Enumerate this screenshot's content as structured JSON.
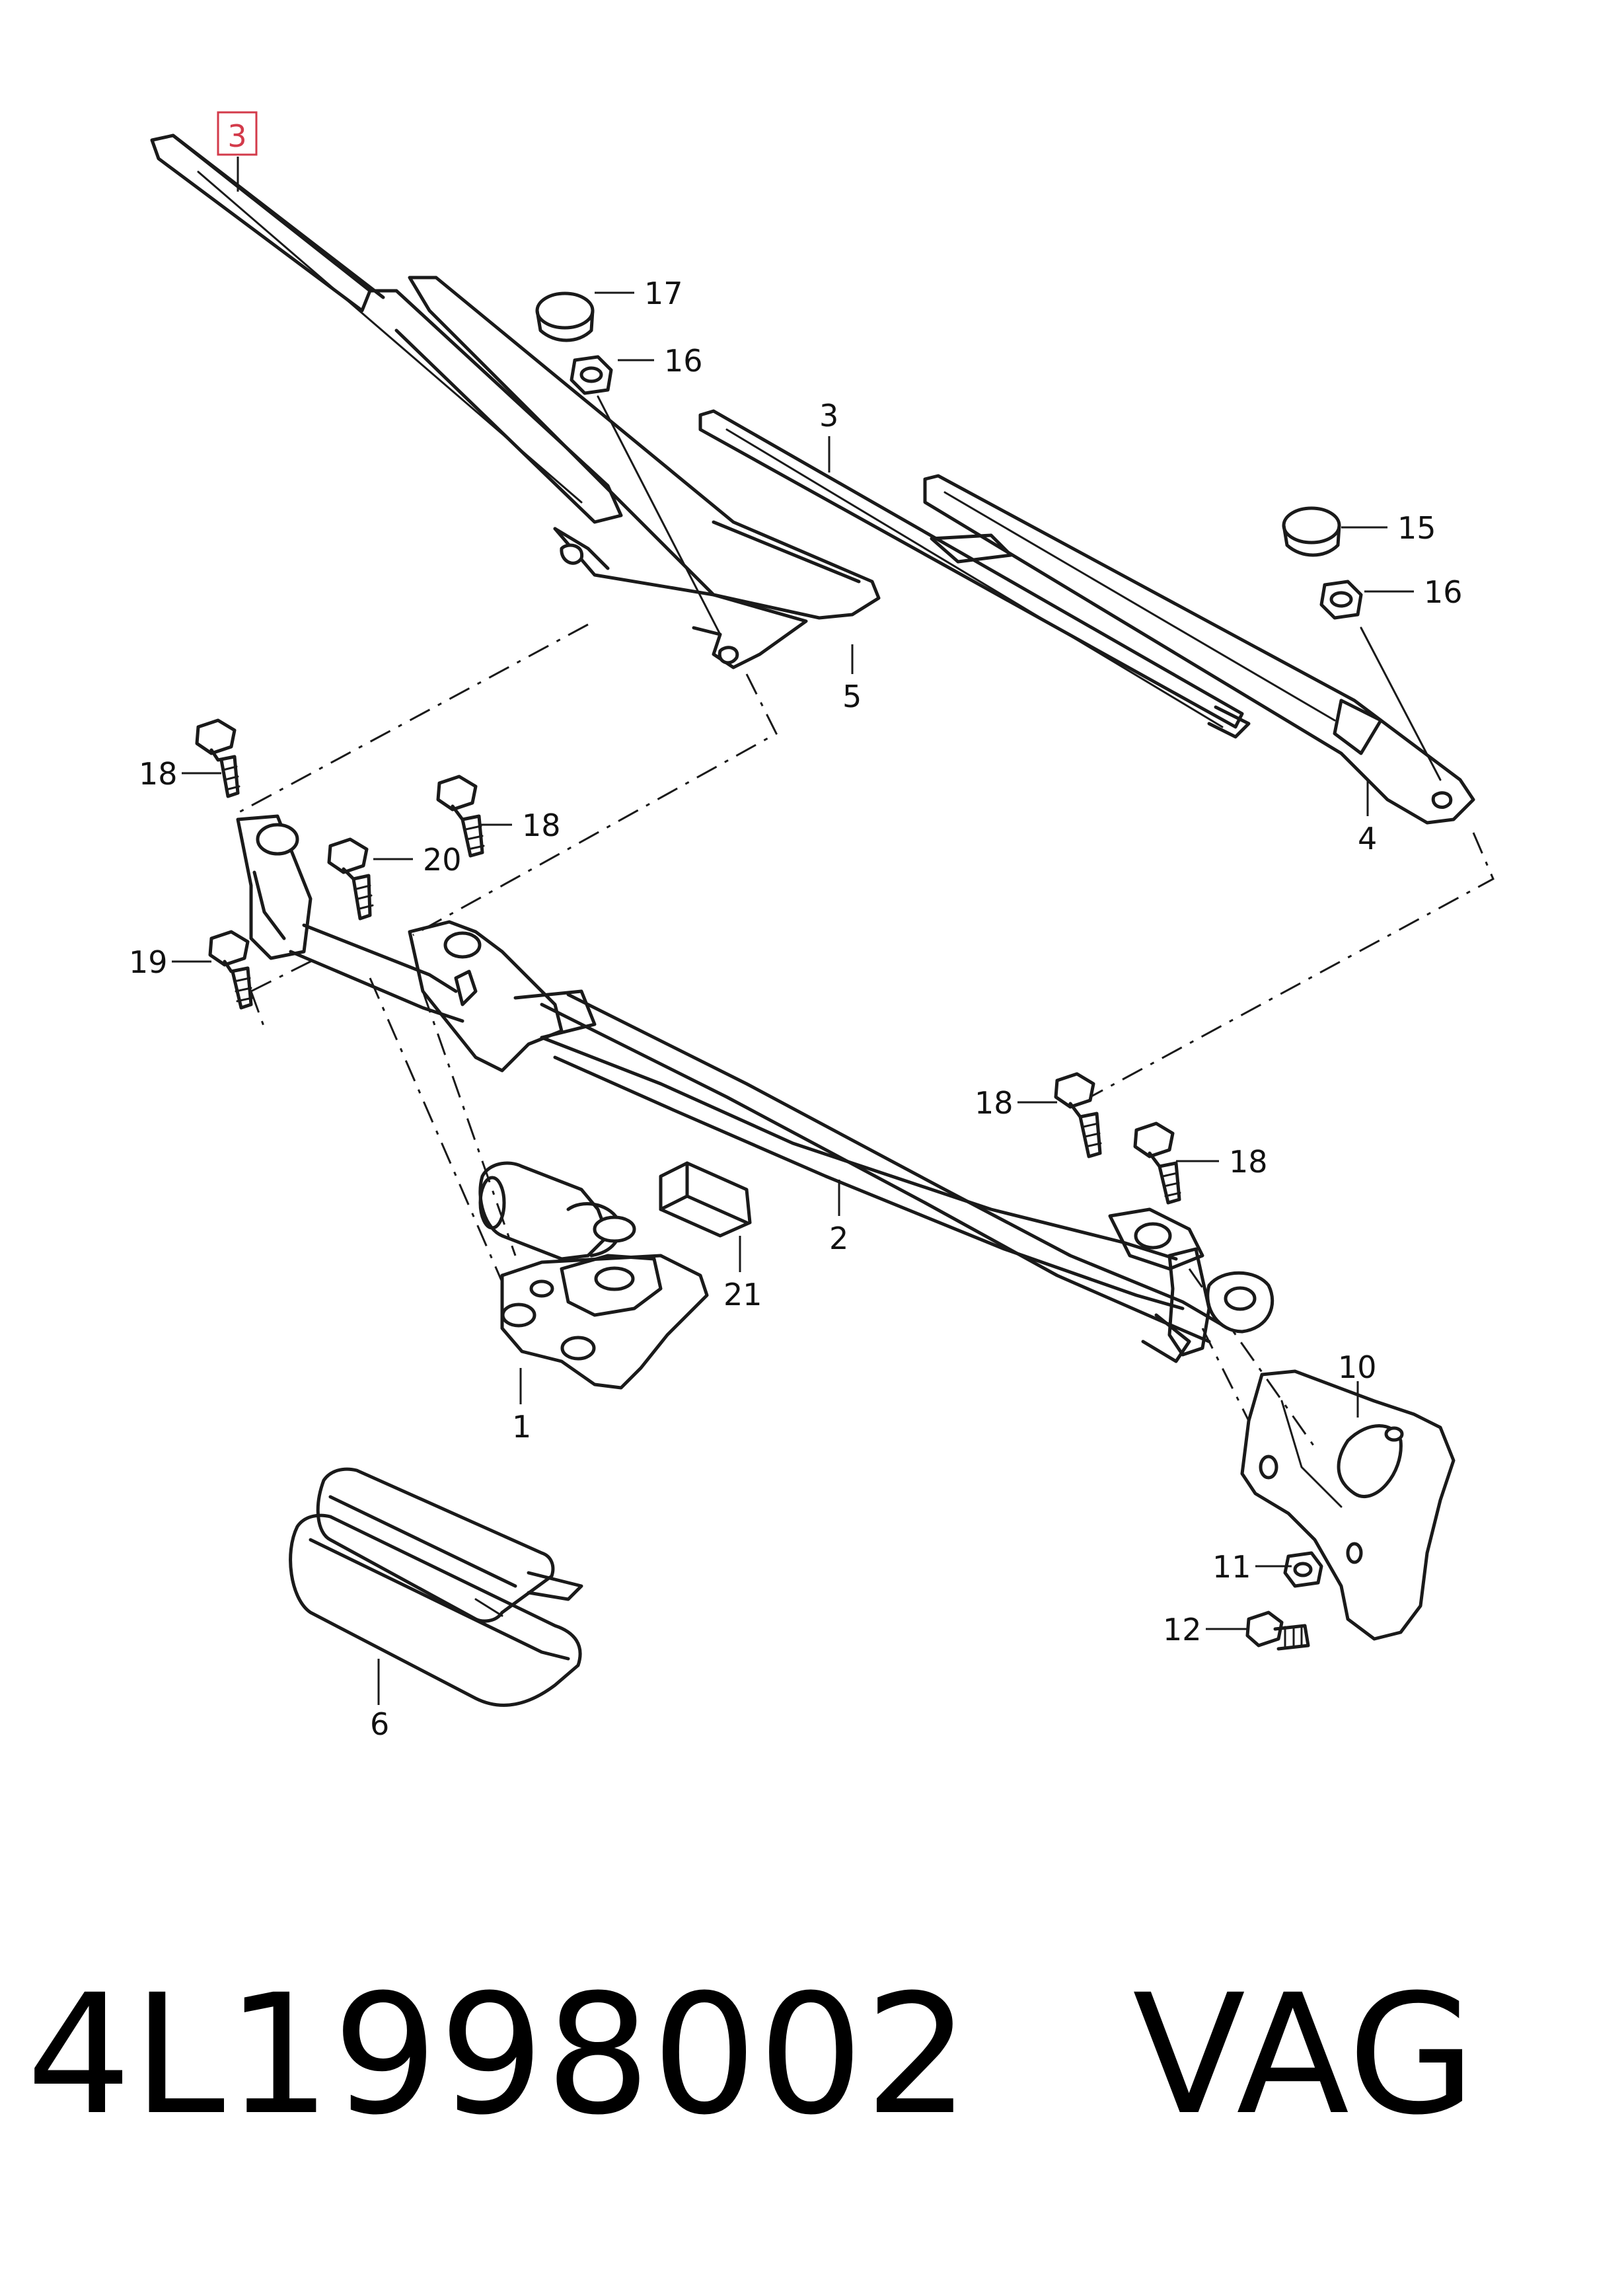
{
  "diagram": {
    "highlighted_callout": "3",
    "callouts": {
      "c3_top": "3",
      "c17": "17",
      "c16_a": "16",
      "c3_right": "3",
      "c15": "15",
      "c16_b": "16",
      "c5": "5",
      "c4": "4",
      "c18_a": "18",
      "c18_b": "18",
      "c20": "20",
      "c19": "19",
      "c18_c": "18",
      "c18_d": "18",
      "c2": "2",
      "c21": "21",
      "c1": "1",
      "c10": "10",
      "c11": "11",
      "c12": "12",
      "c6": "6"
    },
    "colors": {
      "highlight": "#d33a4a",
      "line": "#1a1a1a"
    }
  },
  "footer": {
    "part_number": "4L1998002",
    "brand": "VAG",
    "separator": "   "
  }
}
